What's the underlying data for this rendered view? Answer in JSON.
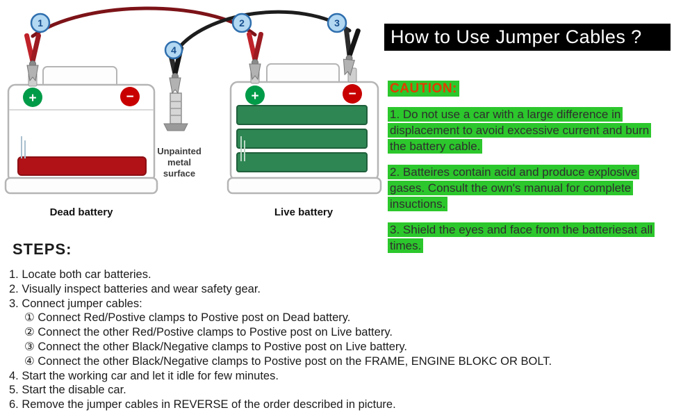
{
  "title": "How to Use Jumper Cables ?",
  "diagram": {
    "dead_battery_label": "Dead battery",
    "live_battery_label": "Live battery",
    "metal_surface_lines": [
      "Unpainted",
      "metal",
      "surface"
    ],
    "clamp_numbers": [
      "1",
      "2",
      "3",
      "4"
    ],
    "plus_sign": "+",
    "minus_sign": "−"
  },
  "caution": {
    "heading": "CAUTION:",
    "items": [
      "1. Do not use a car with a large difference in displacement to avoid excessive current and burn the battery cable.",
      "2. Batteires contain acid and produce explosive gases. Consult the own's manual for complete insuctions.",
      "3. Shield the eyes and face from the batteriesat all times."
    ]
  },
  "steps": {
    "heading": "STEPS:",
    "items": [
      "1. Locate both car batteries.",
      "2. Visually inspect batteries and wear safety gear.",
      "3. Connect jumper cables:",
      "① Connect Red/Postive clamps to Postive post on Dead battery.",
      "② Connect the other Red/Postive clamps to Postive post on Live battery.",
      "③ Connect the other Black/Negative clamps to Postive post on Live battery.",
      "④ Connect the other Black/Negative clamps to Postive post on the FRAME, ENGINE BLOKC OR BOLT.",
      "4. Start the working car and let it idle for few minutes.",
      "5. Start the disable car.",
      "6. Remove the jumper cables in REVERSE of the order described in picture."
    ]
  },
  "colors": {
    "highlight_green": "#2cc72c",
    "caution_heading_red": "#e23c00",
    "banner_bg": "#000000",
    "banner_text": "#ffffff",
    "dead_fluid_red": "#b01218",
    "live_bar_green": "#2e8653",
    "positive_terminal_green": "#009b48",
    "negative_terminal_red": "#c80000",
    "red_clamp": "#c0222a",
    "black_clamp": "#2b2b2b",
    "badge_fill": "#b3d8f2",
    "badge_border": "#2f6fae"
  }
}
